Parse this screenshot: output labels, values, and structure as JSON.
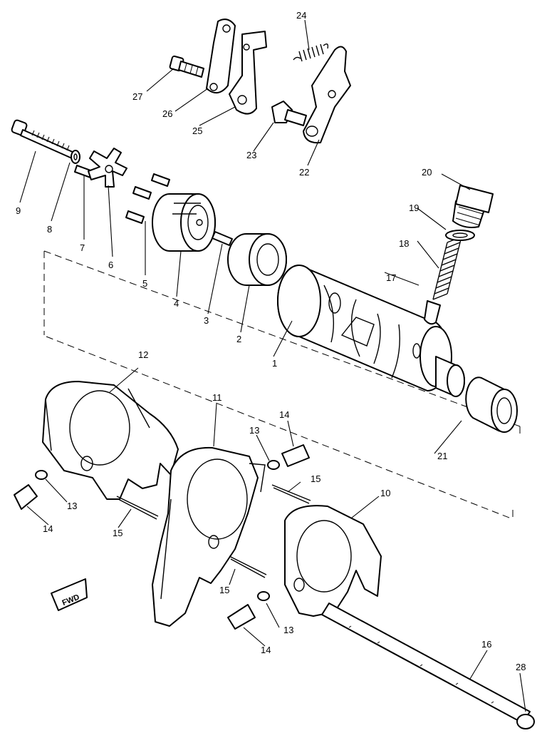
{
  "diagram": {
    "fwd_label": "FWD",
    "parts": [
      {
        "label": "1"
      },
      {
        "label": "2"
      },
      {
        "label": "3"
      },
      {
        "label": "4"
      },
      {
        "label": "5"
      },
      {
        "label": "6"
      },
      {
        "label": "7"
      },
      {
        "label": "8"
      },
      {
        "label": "9"
      },
      {
        "label": "10"
      },
      {
        "label": "11"
      },
      {
        "label": "12"
      },
      {
        "label": "13"
      },
      {
        "label": "13"
      },
      {
        "label": "13"
      },
      {
        "label": "14"
      },
      {
        "label": "14"
      },
      {
        "label": "14"
      },
      {
        "label": "15"
      },
      {
        "label": "15"
      },
      {
        "label": "15"
      },
      {
        "label": "16"
      },
      {
        "label": "17"
      },
      {
        "label": "18"
      },
      {
        "label": "19"
      },
      {
        "label": "20"
      },
      {
        "label": "21"
      },
      {
        "label": "22"
      },
      {
        "label": "23"
      },
      {
        "label": "24"
      },
      {
        "label": "25"
      },
      {
        "label": "26"
      },
      {
        "label": "27"
      },
      {
        "label": "28"
      }
    ]
  }
}
